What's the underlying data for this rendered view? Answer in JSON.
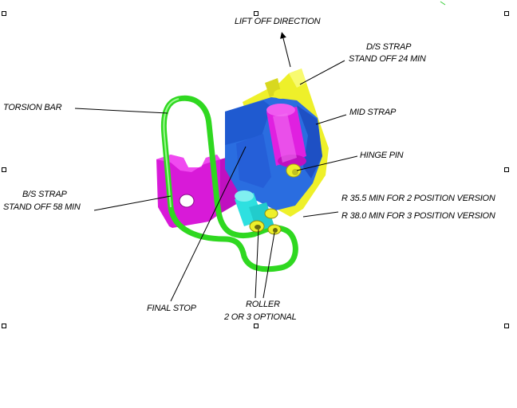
{
  "labels": {
    "lift_off": "LIFT OFF DIRECTION",
    "ds_strap_1": "D/S STRAP",
    "ds_strap_2": "STAND OFF 24 MIN",
    "mid_strap": "MID STRAP",
    "torsion_bar": "TORSION BAR",
    "hinge_pin": "HINGE PIN",
    "bs_strap_1": "B/S STRAP",
    "bs_strap_2": "STAND OFF 58 MIN",
    "r355": "R 35.5 MIN FOR 2 POSITION VERSION",
    "r380": "R 38.0 MIN FOR 3 POSITION VERSION",
    "final_stop": "FINAL STOP",
    "roller_1": "ROLLER",
    "roller_2": "2 OR 3 OPTIONAL"
  },
  "colors": {
    "torsion_bar": "#33dd22",
    "ds_strap": "#eef02a",
    "mid_strap": "#2a6de0",
    "hinge_barrel": "#e020e0",
    "bs_strap": "#e020e0",
    "rollers": "#2ee0e0",
    "roller_ends": "#e8e020"
  }
}
